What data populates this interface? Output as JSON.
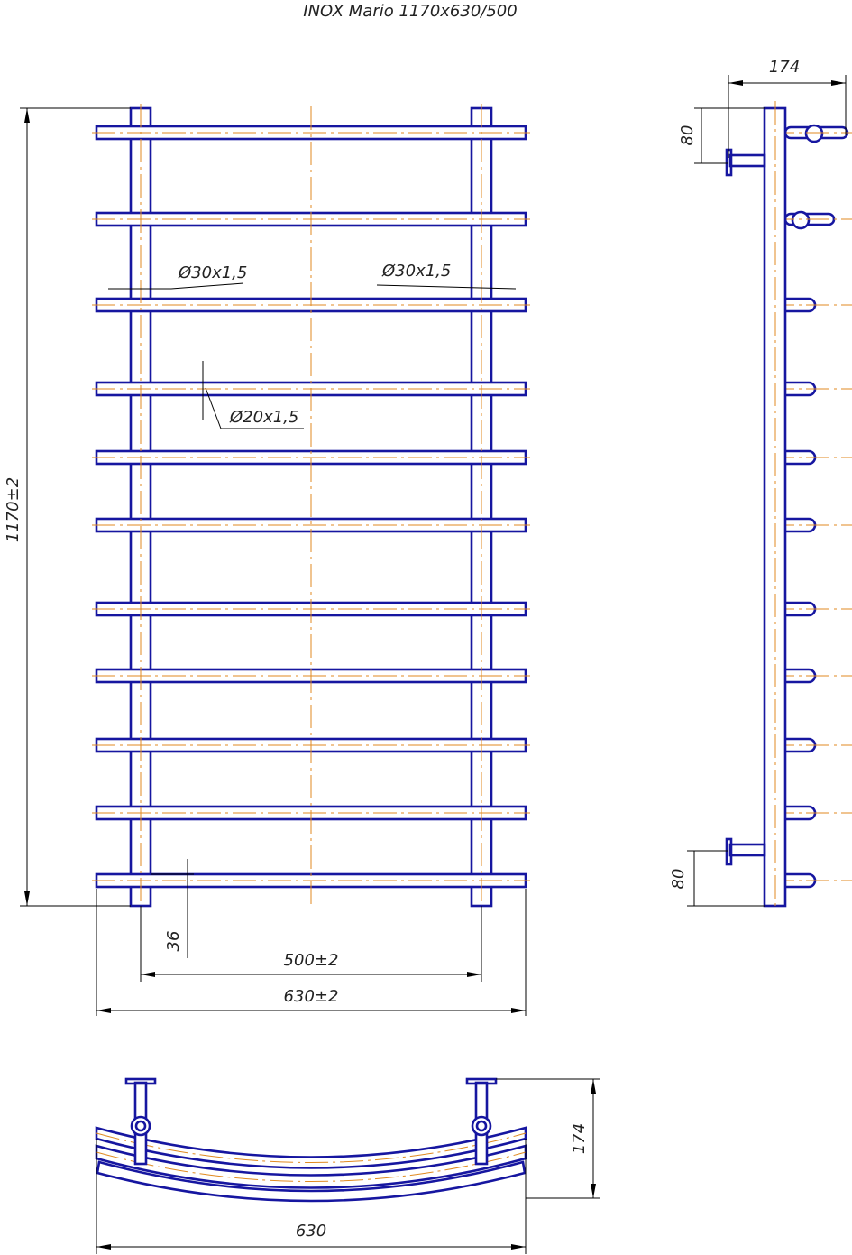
{
  "title": "INOX Mario 1170x630/500",
  "front_view": {
    "post_diameter_left": "Ø30x1,5",
    "post_diameter_right": "Ø30x1,5",
    "bar_diameter": "Ø20x1,5",
    "height": "1170±2",
    "bottom_offset": "36",
    "post_spacing": "500±2",
    "width": "630±2",
    "bar_count": 11
  },
  "side_view": {
    "depth": "174",
    "top_mount_offset": "80",
    "bottom_mount_offset": "80"
  },
  "top_view": {
    "depth": "174",
    "width": "630"
  },
  "colors": {
    "outline": "#1616a0",
    "centerline": "#e08a20",
    "dimension": "#000000"
  }
}
